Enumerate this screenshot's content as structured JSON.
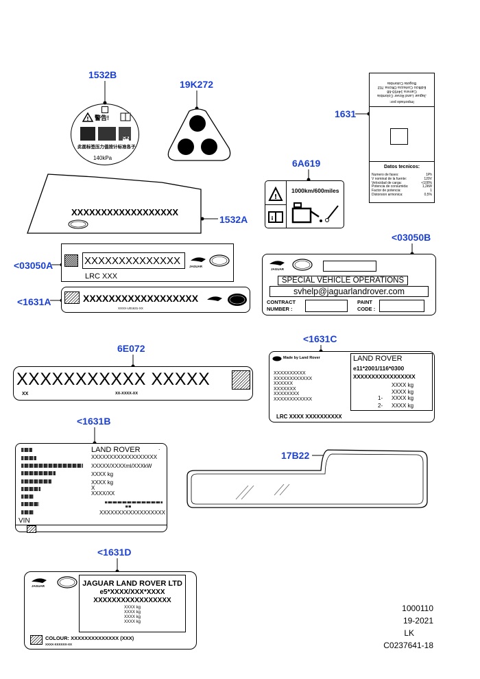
{
  "callouts": {
    "c1532B": "1532B",
    "c19K272": "19K272",
    "c1631": "1631",
    "c6A619": "6A619",
    "c1532A": "1532A",
    "c03050A": "<03050A",
    "c03050B": "<03050B",
    "c1631A": "<1631A",
    "c6E072": "6E072",
    "c1631C": "<1631C",
    "c1631B": "<1631B",
    "c17B22": "17B22",
    "c1631D": "<1631D"
  },
  "label_1532B": {
    "warning": "警告!",
    "pressure": "140kPa",
    "ok": "OK",
    "footer_text": "此面标签压力值按计标准各子"
  },
  "label_1631": {
    "imported_by": "Importado por:",
    "importer_lines": [
      "Jaguar Land Rover Colombia",
      "Carrera 14#93-68",
      "Edificio Cortezza Oficina 702",
      "Bogota Colombia"
    ],
    "tech_title": "Datos tecnicos:",
    "tech_rows": [
      {
        "k": "Numero de fases:",
        "v": "1Ph"
      },
      {
        "k": "V nominal de la fuente:",
        "v": "120V"
      },
      {
        "k": "Velocidad de carga:",
        "v": "<100%"
      },
      {
        "k": "Potencia de consumida:",
        "v": "1,2kW"
      },
      {
        "k": "Factor de potencia:",
        "v": "1"
      },
      {
        "k": "Distorsion armonica:",
        "v": "0,5%"
      }
    ]
  },
  "label_6A619": {
    "text": "1000km/600miles"
  },
  "label_1532A": {
    "code": "XXXXXXXXXXXXXXXXXX"
  },
  "label_03050A": {
    "code": "XXXXXXXXXXXXXX",
    "lrc": "LRC XXX",
    "brand": "JAGUAR"
  },
  "label_1631A": {
    "code": "XXXXXXXXXXXXXXXXXX",
    "sub": "XXXX-U01631-XX"
  },
  "label_03050B": {
    "brand": "JAGUAR",
    "svo": "SPECIAL VEHICLE OPERATIONS",
    "email": "svhelp@jaguarlandrover.com",
    "contract": "CONTRACT",
    "number": "NUMBER :",
    "paint": "PAINT",
    "code": "CODE :"
  },
  "label_6E072": {
    "big": "XXXXXXXXXXX XXXXX",
    "left": "XX",
    "mid": "XX-XXXX-XX"
  },
  "label_1631C": {
    "made_by": "Made by Land Rover",
    "maker": "LAND ROVER",
    "approval": "e11*2001/116*0300",
    "vin": "XXXXXXXXXXXXXXXXX",
    "left_lines": [
      "XXXXXXXXXX",
      "XXXXXXXXXXXX",
      "XXXXXX",
      "XXXXXXX",
      "XXXXXXXX",
      "XXXXXXXXXXXX"
    ],
    "weights": [
      "XXXX kg",
      "XXXX kg",
      "XXXX kg",
      "XXXX kg"
    ],
    "axles": [
      "1-",
      "2-"
    ],
    "lrc": "LRC XXXX XXXXXXXXXX"
  },
  "label_1631B": {
    "maker": "LAND ROVER",
    "dot": ".",
    "lines": [
      "XXXXXXXXXXXXXXXXXX",
      "XXXXX/XXXXml/XXXkW",
      "XXXX kg",
      "XXXX kg",
      "X",
      "XXXX/XX"
    ],
    "last": "XXXXXXXXXXXXXXXXXX",
    "vin": "VIN"
  },
  "label_1631D": {
    "brand": "JAGUAR",
    "title": "JAGUAR LAND ROVER LTD",
    "approval": "e5*XXXX/XXX*XXXX",
    "vin": "XXXXXXXXXXXXXXXXX",
    "weights": [
      "XXXX kg",
      "XXXX kg",
      "XXXX kg",
      "XXXX kg"
    ],
    "colour": "COLOUR: XXXXXXXXXXXXXX (XXX)",
    "sub": "XXXX-XXXXXX-XX"
  },
  "footer": {
    "line1": "1000110",
    "line2": "19-2021",
    "line3": "LK",
    "line4": "C0237641-18"
  }
}
